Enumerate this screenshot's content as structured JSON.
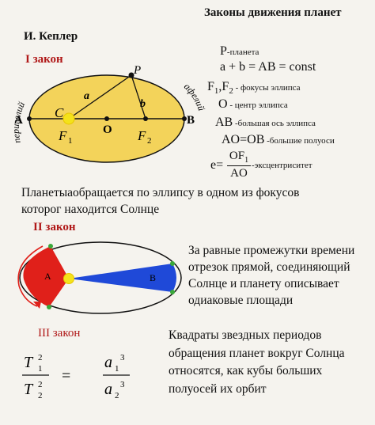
{
  "title": "Законы движения планет",
  "author": "И. Кеплер",
  "law1": {
    "heading": "I закон",
    "diagram_labels": {
      "point_a": "A",
      "point_b": "B",
      "center": "O",
      "planet": "P",
      "focus1": "F",
      "focus1_sub": "1",
      "focus2": "F",
      "focus2_sub": "2",
      "c_label": "C",
      "seg_a": "a",
      "seg_b": "b",
      "perihelion": "перигелий",
      "aphelion": "афелий"
    },
    "legend": [
      {
        "symbol": "P",
        "text": "-планета"
      },
      {
        "symbol": "a + b = AB = const",
        "text": ""
      },
      {
        "symbol": "F",
        "sub1": "1",
        "mid": ",F",
        "sub2": "2",
        "text": " - фокусы эллипса"
      },
      {
        "symbol": "O",
        "text": " - центр эллипса"
      },
      {
        "symbol": "AB",
        "text": " -большая ось эллипса"
      },
      {
        "symbol": "AO=OB",
        "text": " -большие полуоси"
      },
      {
        "symbol": "e=",
        "num": "OF",
        "num_sub": "1",
        "den": "AO",
        "text": " -эксцентриситет"
      }
    ],
    "description_line1": "Планетыаобращается по эллипсу в одном из фокусов",
    "description_line2": "которог находится Солнце"
  },
  "law2": {
    "heading": "II закон",
    "area_a": "A",
    "area_b": "B",
    "description": [
      "За равные промежутки времени",
      "отрезок прямой, соединяющий",
      "Солнце и планету описывает",
      "одиаковые площади"
    ]
  },
  "law3": {
    "heading": "III закон",
    "formula": {
      "t1": "T",
      "t1_sub": "1",
      "t1_sup": "2",
      "t2": "T",
      "t2_sub": "2",
      "t2_sup": "2",
      "eq": "=",
      "a1": "a",
      "a1_sub": "1",
      "a1_sup": "3",
      "a2": "a",
      "a2_sub": "2",
      "a2_sup": "3"
    },
    "description": [
      "Квадраты звездных периодов",
      "обращения планет вокруг Солнца",
      "относятся, как кубы больших",
      "полуосей их орбит"
    ]
  },
  "colors": {
    "ellipse_fill": "#f3d35a",
    "law_heading": "#b01818",
    "area_red": "#e0201a",
    "area_blue": "#1f49d8",
    "sun": "#f4e21a",
    "planet_marker": "#3aa83a"
  }
}
